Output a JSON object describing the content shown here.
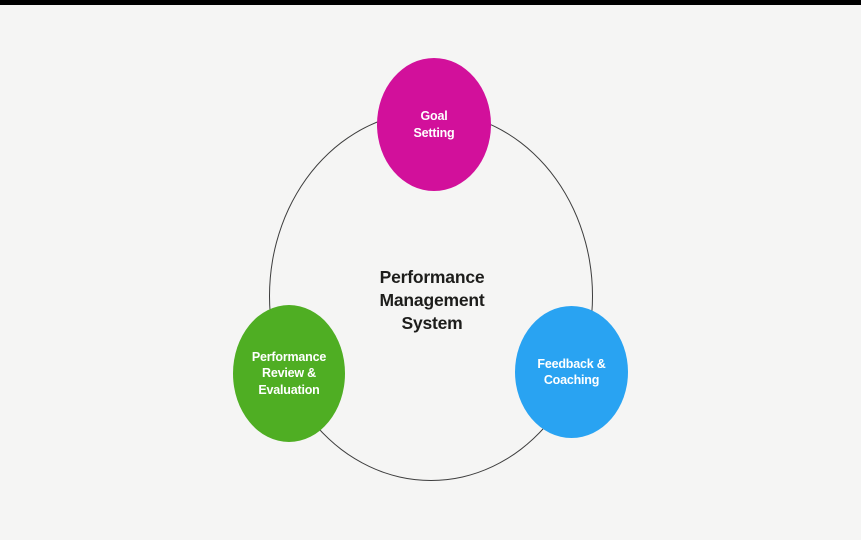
{
  "background": {
    "page_color": "#f5f5f4",
    "top_bar_color": "#000000"
  },
  "diagram": {
    "title": "Performance\nManagement\nSystem",
    "title_color": "#1d1d1b",
    "ring_color": "#3d3d3d",
    "label_color": "#ffffff",
    "nodes": [
      {
        "id": "goal-setting",
        "label": "Goal\nSetting",
        "color": "#d2109b"
      },
      {
        "id": "feedback-coaching",
        "label": "Feedback &\nCoaching",
        "color": "#29a3f2"
      },
      {
        "id": "performance-review-evaluation",
        "label": "Performance\nReview &\nEvaluation",
        "color": "#4fae23"
      }
    ]
  }
}
